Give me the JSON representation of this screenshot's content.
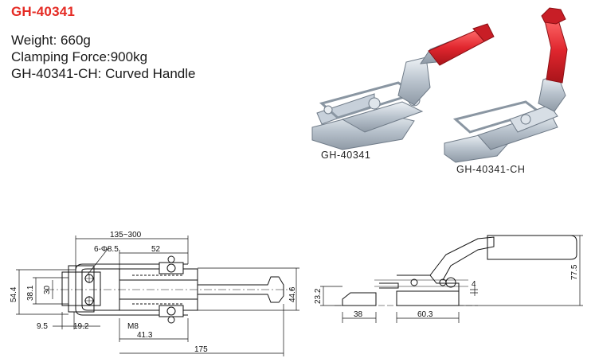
{
  "header": {
    "title": "GH-40341"
  },
  "specs": {
    "weight": "Weight: 660g",
    "clamping_force": "Clamping Force:900kg",
    "variant": "GH-40341-CH: Curved Handle"
  },
  "photos": {
    "left_caption": "GH-40341",
    "right_caption": "GH-40341-CH"
  },
  "top_view": {
    "dims": {
      "stroke_range": "135~300",
      "holes": "6-Φ8.5",
      "d52": "52",
      "d54_4": "54.4",
      "d38_1": "38.1",
      "d30": "30",
      "d44_6": "44.6",
      "d9_5": "9.5",
      "d19_2": "19.2",
      "m8": "M8",
      "d41_3": "41.3",
      "d175": "175"
    }
  },
  "side_view": {
    "dims": {
      "d23_2": "23.2",
      "d4": "4",
      "d77_5": "77.5",
      "d38": "38",
      "d60_3": "60.3"
    }
  },
  "colors": {
    "title": "#e52b24",
    "handle": "#e0262e",
    "metal": "#c9d0d8"
  }
}
